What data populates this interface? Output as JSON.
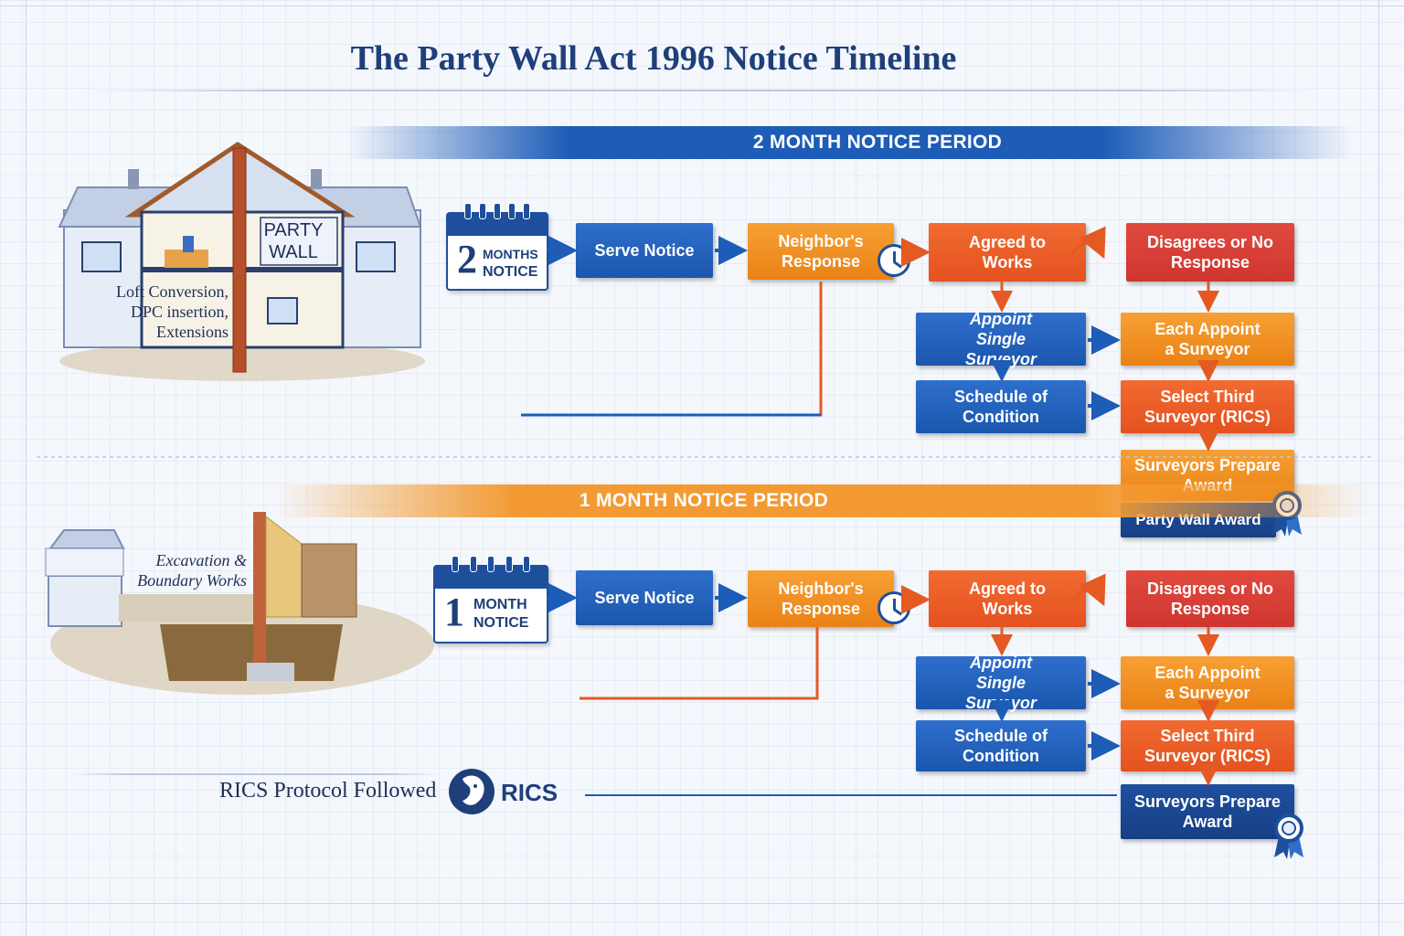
{
  "title": "The Party Wall Act 1996 Notice Timeline",
  "section_2m": {
    "band": "2 MONTH NOTICE PERIOD",
    "calendar_number": "2",
    "calendar_line1": "MONTHS",
    "calendar_line2": "NOTICE",
    "house_label_line1": "PARTY",
    "house_label_line2": "WALL",
    "works_line1": "Loft Conversion,",
    "works_line2": "DPC insertion,",
    "works_line3": "Extensions",
    "serve": "Serve Notice",
    "neighbor": "Neighbor's Response",
    "agreed": "Agreed to Works",
    "disagrees": "Disagrees or No Response",
    "single": "Appoint Single Surveyor",
    "schedule": "Schedule of Condition",
    "each": "Each Appoint a Surveyor",
    "third": "Select Third Surveyor (RICS)",
    "prepare": "Surveyors Prepare Award",
    "award": "Party Wall Award"
  },
  "section_1m": {
    "band": "1 MONTH NOTICE PERIOD",
    "calendar_number": "1",
    "calendar_line1": "MONTH",
    "calendar_line2": "NOTICE",
    "works_line1": "Excavation &",
    "works_line2": "Boundary Works",
    "serve": "Serve Notice",
    "neighbor": "Neighbor's Response",
    "agreed": "Agreed to Works",
    "disagrees": "Disagrees or No Response",
    "single": "Appoint Single Surveyor",
    "schedule": "Schedule of Condition",
    "each": "Each Appoint a Surveyor",
    "third": "Select Third Surveyor (RICS)",
    "prepare": "Surveyors Prepare Award"
  },
  "footer": {
    "protocol": "RICS Protocol Followed",
    "logo_text": "RICS"
  },
  "colors": {
    "blue": "#1d5cb7",
    "orange": "#f39a32",
    "red": "#cf3530",
    "navy": "#1e3f7a"
  }
}
